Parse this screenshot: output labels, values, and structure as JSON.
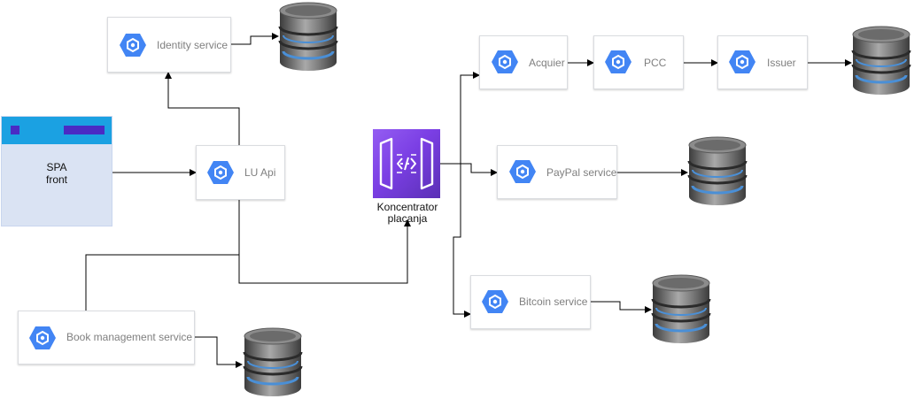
{
  "spa": {
    "line1": "SPA",
    "line2": "front"
  },
  "gateway": {
    "line1": "Koncentrator",
    "line2": "placanja"
  },
  "services": {
    "identity": "Identity service",
    "lu_api": "LU Api",
    "book": "Book management service",
    "acquier": "Acquier",
    "pcc": "PCC",
    "issuer": "Issuer",
    "paypal": "PayPal service",
    "bitcoin": "Bitcoin service"
  },
  "colors": {
    "hex_blue": "#4285f4",
    "gateway_purple": "#7b3fe4",
    "spa_header": "#1ba1e2",
    "spa_body": "#dae3f3",
    "db_stripe": "#4a8fd6"
  }
}
